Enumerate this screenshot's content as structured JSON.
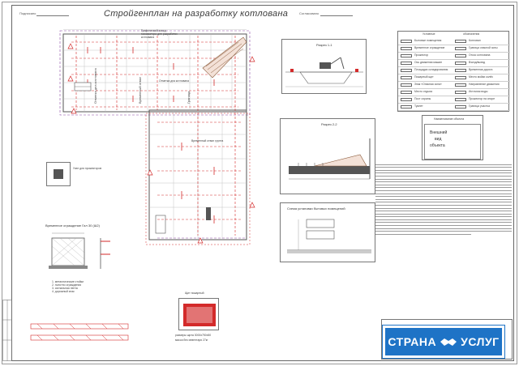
{
  "sheet": {
    "title": "Стройгенплан на разработку котлована",
    "top_left_label": "Подписано",
    "top_right_label": "Согласовано"
  },
  "plan": {
    "label_excavator_path": "Графический заход экскаватора для разработки котлована",
    "label_boundary": "Отметка дна котлована",
    "label_dump": "Временный отвал грунта"
  },
  "sections": {
    "s1": "Разрез 1-1",
    "s2": "Разрез 2-2",
    "cabins": "Схема установки бытовых помещений",
    "fence": "Временное ограждение Гил 30 (Ш2)",
    "detail": "Узел для прожекторов",
    "shield_title": "Щит пожарный",
    "shield_text1": "размеры щита 3000х750х50",
    "shield_text2": "масса без инвентаря 27кг",
    "fence_notes": [
      "1. металлические стойки",
      "2. полотно ограждения",
      "3. сигнальная лента",
      "4. дорожный знак"
    ]
  },
  "legend": {
    "header_left": "Условные",
    "header_right": "обозначения",
    "items_left": [
      "Бытовые помещения",
      "Временное ограждение",
      "Прожектор",
      "Ось движения машин",
      "Площадка складирования",
      "Пожарный щит",
      "Знак «Опасная зона»",
      "Место отдыха",
      "Пост охраны",
      "Туалет"
    ],
    "items_right": [
      "Котлован",
      "Граница опасной зоны",
      "Откос котлована",
      "Въезд/выезд",
      "Временная дорога",
      "Место мойки колёс",
      "Направление движения",
      "Источник воды",
      "Прожектор на опоре",
      "Граница участка"
    ]
  },
  "building_card": {
    "header": "Наименование объекта",
    "line1": "Внешний",
    "line2": "вид",
    "line3": "объекта"
  },
  "logo": {
    "left": "СТРАНА",
    "right": "УСЛУГ"
  },
  "colors": {
    "red": "#d32a2a",
    "gray": "#8c8c8c",
    "brand_blue": "#1e73c6",
    "purple": "#8b48a6"
  }
}
